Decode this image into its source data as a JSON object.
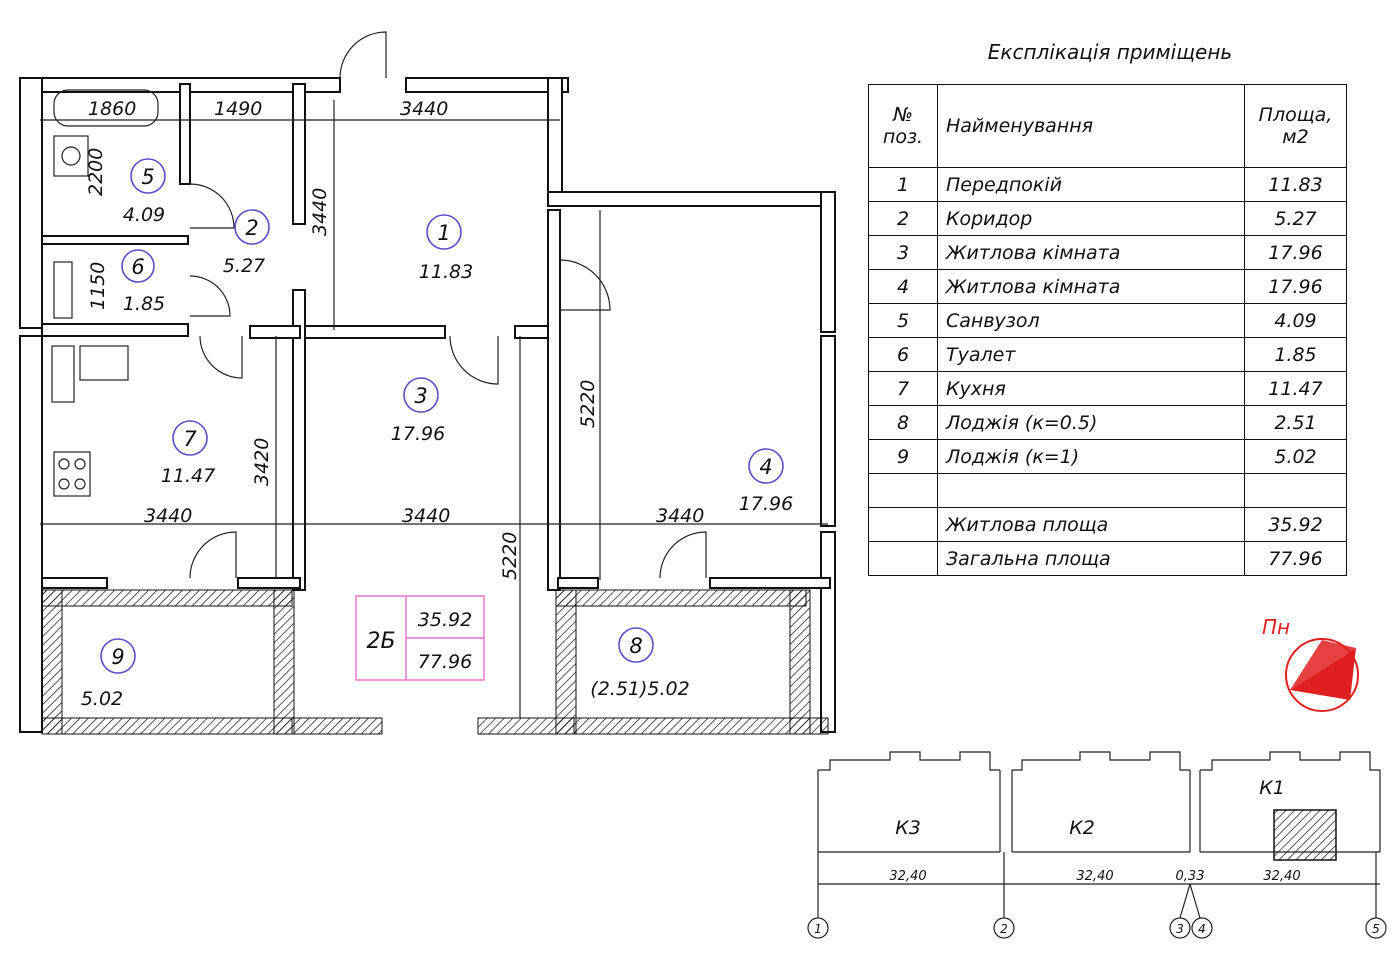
{
  "explication": {
    "title": "Експлікація приміщень",
    "headers": {
      "pos": "№ поз.",
      "name": "Найменування",
      "area": "Площа, м2"
    },
    "rows": [
      {
        "pos": "1",
        "name": "Передпокій",
        "area": "11.83"
      },
      {
        "pos": "2",
        "name": "Коридор",
        "area": "5.27"
      },
      {
        "pos": "3",
        "name": "Житлова кімната",
        "area": "17.96"
      },
      {
        "pos": "4",
        "name": "Житлова кімната",
        "area": "17.96"
      },
      {
        "pos": "5",
        "name": "Санвузол",
        "area": "4.09"
      },
      {
        "pos": "6",
        "name": "Туалет",
        "area": "1.85"
      },
      {
        "pos": "7",
        "name": "Кухня",
        "area": "11.47"
      },
      {
        "pos": "8",
        "name": "Лоджія (к=0.5)",
        "area": "2.51"
      },
      {
        "pos": "9",
        "name": "Лоджія (к=1)",
        "area": "5.02"
      },
      {
        "pos": "",
        "name": "",
        "area": ""
      }
    ],
    "living_area_label": "Житлова площа",
    "living_area": "35.92",
    "total_area_label": "Загальна площа",
    "total_area": "77.96"
  },
  "rooms": [
    {
      "num": "1",
      "area": "11.83"
    },
    {
      "num": "2",
      "area": "5.27"
    },
    {
      "num": "3",
      "area": "17.96"
    },
    {
      "num": "4",
      "area": "17.96"
    },
    {
      "num": "5",
      "area": "4.09"
    },
    {
      "num": "6",
      "area": "1.85"
    },
    {
      "num": "7",
      "area": "11.47"
    },
    {
      "num": "8",
      "area": "(2.51)5.02"
    },
    {
      "num": "9",
      "area": "5.02"
    }
  ],
  "dimensions": [
    "1860",
    "1490",
    "3440",
    "2200",
    "3440",
    "1150",
    "3420",
    "5220",
    "3440",
    "3440",
    "3440",
    "5220"
  ],
  "apartment": {
    "type": "2Б",
    "living": "35.92",
    "total": "77.96"
  },
  "north_label": "Пн",
  "key_plan": {
    "sections": [
      "К3",
      "К2",
      "К1"
    ],
    "spans": [
      "32,40",
      "32,40",
      "0,33",
      "32,40"
    ],
    "axes": [
      "1",
      "2",
      "3",
      "4",
      "5"
    ]
  },
  "colors": {
    "north_arrow": "#e02020",
    "room_circle": "#5b4ec4",
    "apt_box": "#e070c8"
  }
}
